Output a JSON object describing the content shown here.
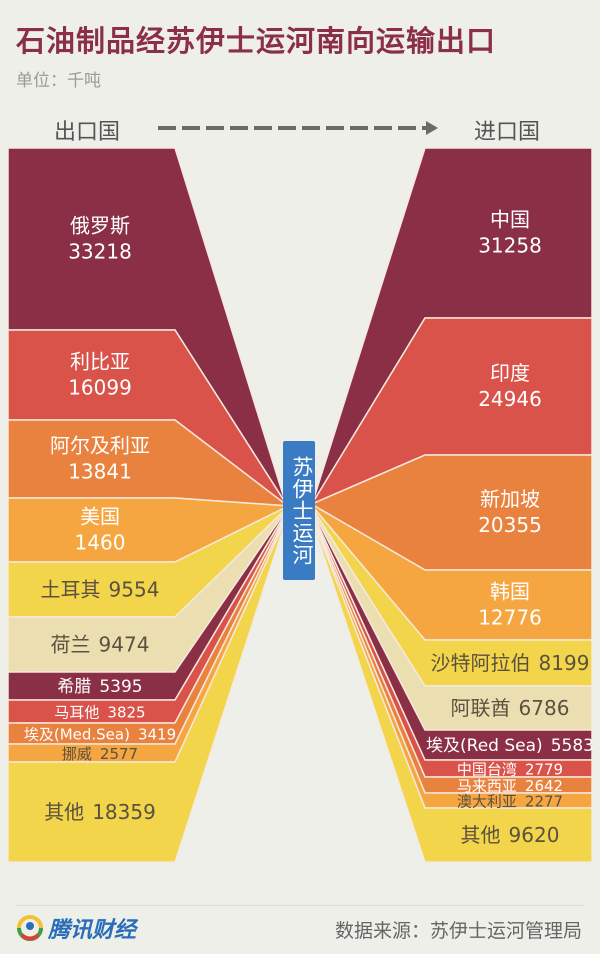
{
  "title": "石油制品经苏伊士运河南向运输出口",
  "unit": "单位：千吨",
  "export_header": "出口国",
  "import_header": "进口国",
  "canal_label": "苏伊士运河",
  "colors": {
    "maroon": "#8b2f47",
    "red": "#d9534b",
    "orange": "#e9823f",
    "light_orange": "#f5a640",
    "yellow": "#f2d54a",
    "beige": "#ebdfb2",
    "canal_blue": "#3a7cc4",
    "title": "#8b2f47"
  },
  "exporters": [
    {
      "name": "俄罗斯",
      "value": "33218",
      "color": "maroon"
    },
    {
      "name": "利比亚",
      "value": "16099",
      "color": "red"
    },
    {
      "name": "阿尔及利亚",
      "value": "13841",
      "color": "orange"
    },
    {
      "name": "美国",
      "value": "1460",
      "color": "light_orange"
    },
    {
      "name": "土耳其",
      "value": "9554",
      "color": "yellow"
    },
    {
      "name": "荷兰",
      "value": "9474",
      "color": "beige"
    },
    {
      "name": "希腊",
      "value": "5395",
      "color": "maroon"
    },
    {
      "name": "马耳他",
      "value": "3825",
      "color": "red"
    },
    {
      "name": "埃及(Med.Sea)",
      "value": "3419",
      "color": "orange"
    },
    {
      "name": "挪威",
      "value": "2577",
      "color": "light_orange"
    },
    {
      "name": "其他",
      "value": "18359",
      "color": "yellow"
    }
  ],
  "importers": [
    {
      "name": "中国",
      "value": "31258",
      "color": "maroon"
    },
    {
      "name": "印度",
      "value": "24946",
      "color": "red"
    },
    {
      "name": "新加坡",
      "value": "20355",
      "color": "orange"
    },
    {
      "name": "韩国",
      "value": "12776",
      "color": "light_orange"
    },
    {
      "name": "沙特阿拉伯",
      "value": "8199",
      "color": "yellow"
    },
    {
      "name": "阿联酋",
      "value": "6786",
      "color": "beige"
    },
    {
      "name": "埃及(Red Sea)",
      "value": "5583",
      "color": "maroon"
    },
    {
      "name": "中国台湾",
      "value": "2779",
      "color": "red"
    },
    {
      "name": "马来西亚",
      "value": "2642",
      "color": "orange"
    },
    {
      "name": "澳大利亚",
      "value": "2277",
      "color": "light_orange"
    },
    {
      "name": "其他",
      "value": "9620",
      "color": "yellow"
    }
  ],
  "footer": {
    "brand": "腾讯财经",
    "source": "数据来源：苏伊士运河管理局"
  }
}
